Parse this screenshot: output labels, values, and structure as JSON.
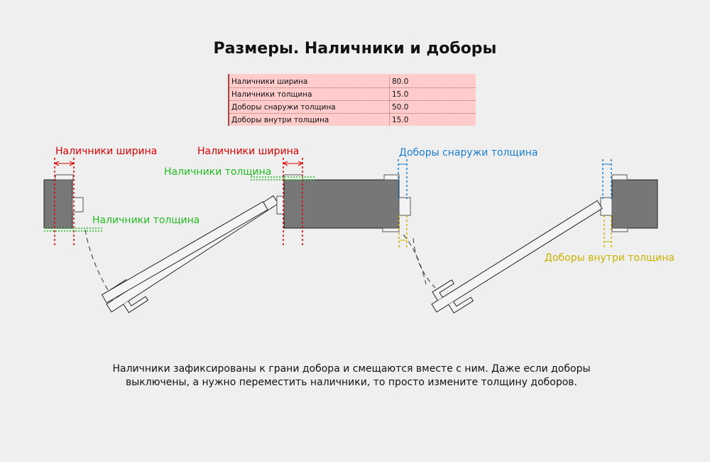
{
  "title": "Размеры. Наличники и доборы",
  "parameters": [
    {
      "name": "Наличники ширина",
      "value": "80.0"
    },
    {
      "name": "Наличники толщина",
      "value": "15.0"
    },
    {
      "name": "Доборы снаружи толщина",
      "value": "50.0"
    },
    {
      "name": "Доборы внутри толщина",
      "value": "15.0"
    }
  ],
  "labels": {
    "casing_width": "Наличники ширина",
    "casing_thickness": "Наличники толщина",
    "extension_outside": "Доборы снаружи толщина",
    "extension_inside": "Доборы внутри толщина"
  },
  "colors": {
    "casing_width": "#dd0000",
    "casing_thickness": "#22bb22",
    "extension_outside": "#1a7fd0",
    "extension_inside": "#c8b400",
    "wall": "#777777"
  },
  "caption": "Наличники зафиксированы к грани добора и смещаются вместе с ним. Даже если доборы выключены, а нужно переместить наличники, то просто измените толщину доборов."
}
